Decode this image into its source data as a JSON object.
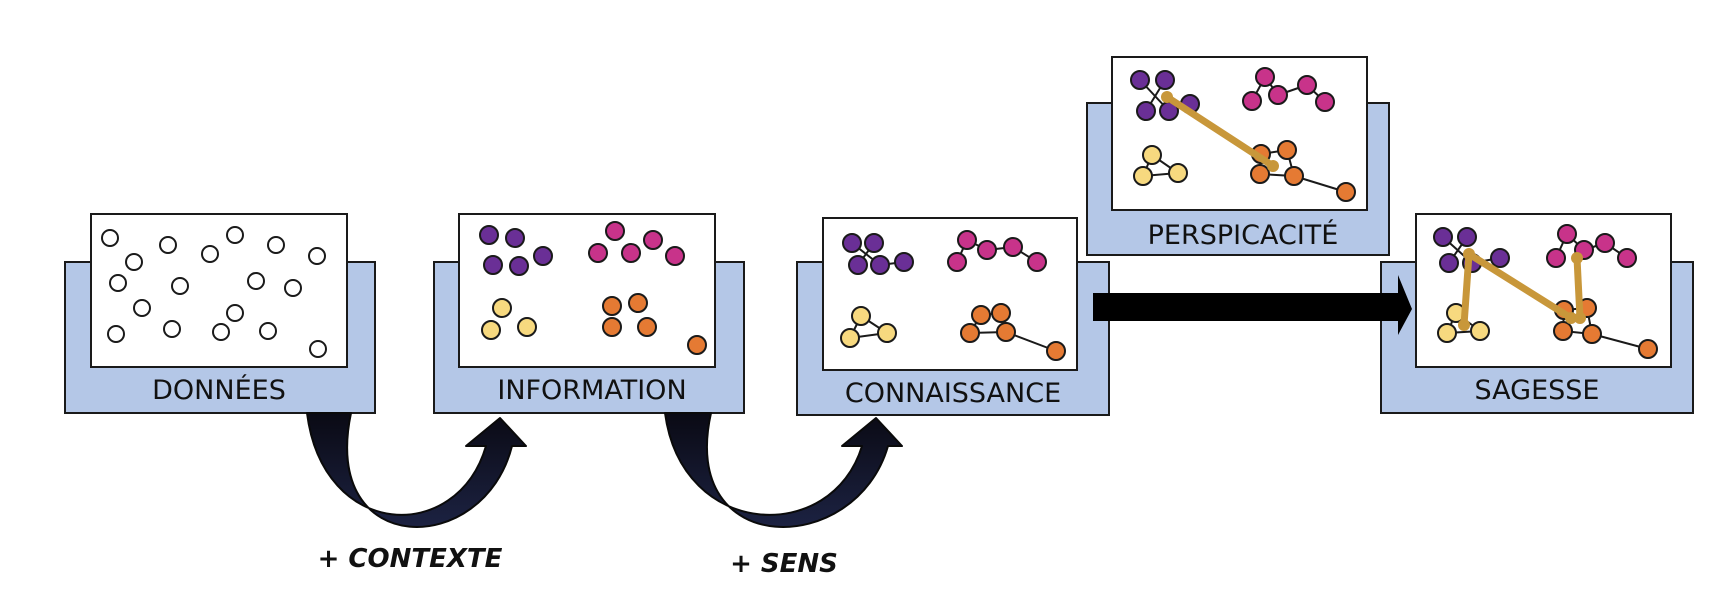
{
  "stages": {
    "donnees": "DONNÉES",
    "information": "INFORMATION",
    "connaissance": "CONNAISSANCE",
    "perspicacite": "PERSPICACITÉ",
    "sagesse": "SAGESSE"
  },
  "steps": {
    "contexte": "+ CONTEXTE",
    "sens": "+ SENS"
  },
  "colors": {
    "panel_fill": "#b4c7e7",
    "frame_stroke": "#1a1a1a",
    "purple": "#6a2f96",
    "magenta": "#c8338a",
    "yellow": "#f7d97f",
    "orange": "#e57a33",
    "insight_link": "#c8973a",
    "arrow": "#000000"
  },
  "icons": {
    "curved_arrow_1": "curved-up-arrow",
    "curved_arrow_2": "curved-up-arrow",
    "straight_arrow": "right-arrow"
  }
}
